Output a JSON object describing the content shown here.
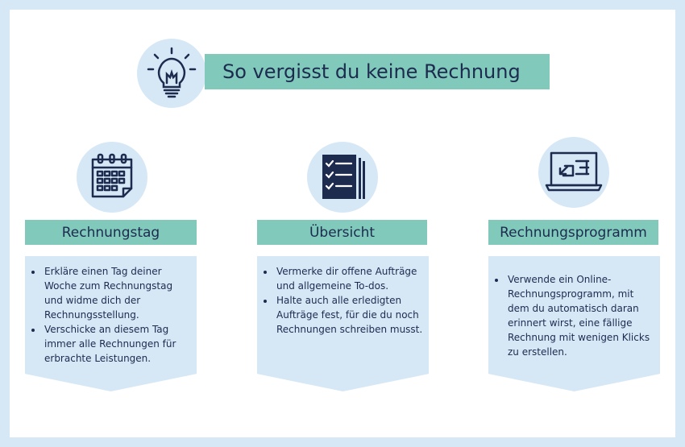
{
  "title": "So vergisst du keine Rechnung",
  "colors": {
    "background": "#d6e7f6",
    "accent": "#80c9bb",
    "text": "#1d2b4f"
  },
  "columns": [
    {
      "icon": "calendar-icon",
      "heading": "Rechnungstag",
      "bullets": [
        "Erkläre einen Tag deiner Woche zum Rechnungstag und widme dich der Rechnungsstellung.",
        "Verschicke an diesem Tag immer alle Rechnungen für erbrachte Leistungen."
      ]
    },
    {
      "icon": "checklist-icon",
      "heading": "Übersicht",
      "bullets": [
        "Vermerke dir offene Aufträge und allgemeine To-dos.",
        "Halte auch alle erledigten Aufträge fest, für die du noch Rechnungen schreiben musst."
      ]
    },
    {
      "icon": "laptop-icon",
      "heading": "Rechnungsprogramm",
      "bullets": [
        "Verwende ein Online-Rechnungsprogramm, mit dem du automatisch daran erinnert wirst, eine fällige Rechnung mit wenigen Klicks zu erstellen."
      ]
    }
  ]
}
